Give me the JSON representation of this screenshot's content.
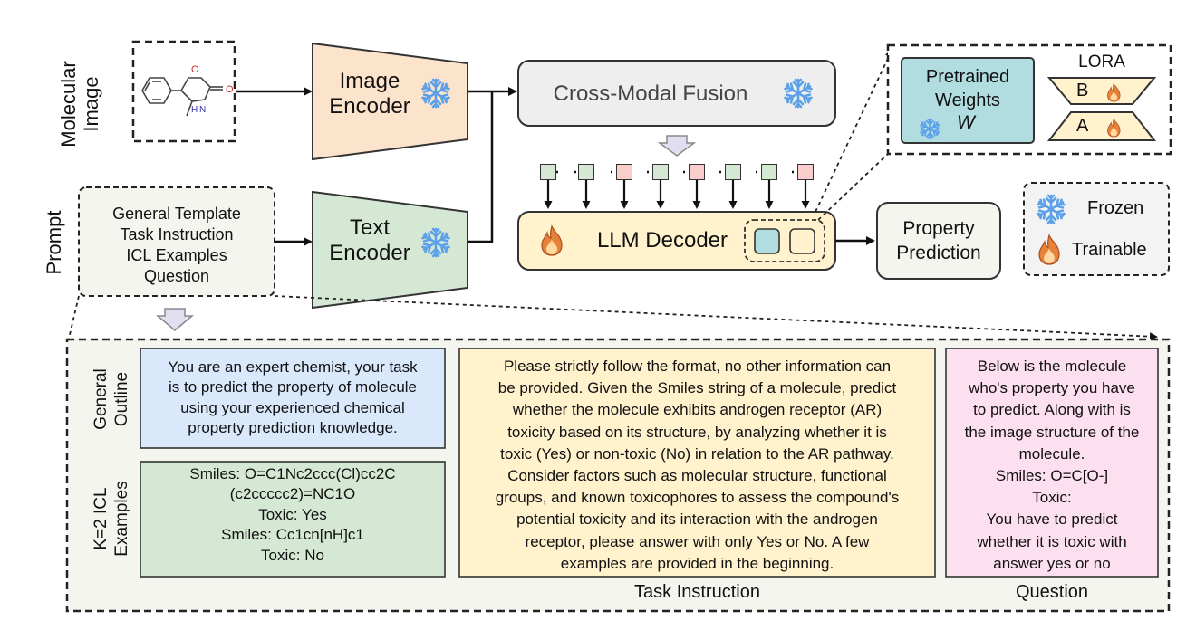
{
  "labels": {
    "molecular_image": [
      "Molecular",
      "Image"
    ],
    "prompt": "Prompt",
    "image_encoder": [
      "Image",
      "Encoder"
    ],
    "text_encoder": [
      "Text",
      "Encoder"
    ],
    "cross_modal_fusion": "Cross-Modal Fusion",
    "llm_decoder": "LLM Decoder",
    "property_prediction": [
      "Property",
      "Prediction"
    ],
    "pretrained_weights": [
      "Pretrained",
      "Weights"
    ],
    "weights_symbol": "W",
    "lora": "LORA",
    "lora_b": "B",
    "lora_a": "A",
    "frozen": "Frozen",
    "trainable": "Trainable",
    "molecule_labels": {
      "oxygen": "O",
      "nitrogen_h": "H",
      "nitrogen": "N"
    }
  },
  "prompt_items": [
    "General Template",
    "Task Instruction",
    "ICL Examples",
    "Question"
  ],
  "token_colors": [
    "green",
    "green",
    "red",
    "green",
    "red",
    "green",
    "green",
    "red"
  ],
  "colors": {
    "green_token": "#d5e8d4",
    "green_border": "#82b366",
    "red_token": "#f8cecc",
    "red_border": "#b85450",
    "image_encoder": "#fbe3cc",
    "text_encoder": "#d5e8d4",
    "fusion": "#eeeeee",
    "decoder": "#fff2cc",
    "pretrained": "#b1dde0",
    "lora": "#fff2cc",
    "outline": "#dae8fc",
    "icl": "#d5e8d4",
    "task": "#fff2cc",
    "question": "#fde0f0",
    "snowflake": "#5ba0e8",
    "flame": "#e8823a"
  },
  "icons": {
    "frozen": "snowflake-icon",
    "trainable": "flame-icon"
  },
  "bottom": {
    "general_outline_label": [
      "General",
      "Outline"
    ],
    "icl_label": [
      "K=2 ICL",
      "Examples"
    ],
    "general_outline_text": [
      "You are an expert chemist, your task",
      "is to predict the property of molecule",
      "using your experienced chemical",
      "property prediction knowledge."
    ],
    "icl_text": [
      "Smiles: O=C1Nc2ccc(Cl)cc2C",
      "(c2ccccc2)=NC1O",
      "Toxic: Yes",
      "Smiles: Cc1cn[nH]c1",
      "Toxic: No"
    ],
    "task_text": [
      "Please strictly follow the format, no other information can",
      "be provided. Given the Smiles string of a molecule, predict",
      "whether the molecule exhibits androgen receptor (AR)",
      "toxicity based on its structure, by analyzing whether it is",
      "toxic (Yes) or non-toxic (No) in relation to the AR pathway.",
      "Consider factors such as molecular structure, functional",
      "groups, and known toxicophores to assess the compound's",
      "potential toxicity and its interaction with the androgen",
      "receptor, please answer with only Yes or No. A few",
      "examples are provided in the beginning."
    ],
    "task_caption": "Task Instruction",
    "question_text": [
      "Below is the molecule",
      "who's property you have",
      "to predict. Along with is",
      "the image structure of the",
      "molecule.",
      "Smiles: O=C[O-]",
      "Toxic:",
      "You have to predict",
      "whether it is toxic with",
      "answer yes or no"
    ],
    "question_caption": "Question"
  }
}
